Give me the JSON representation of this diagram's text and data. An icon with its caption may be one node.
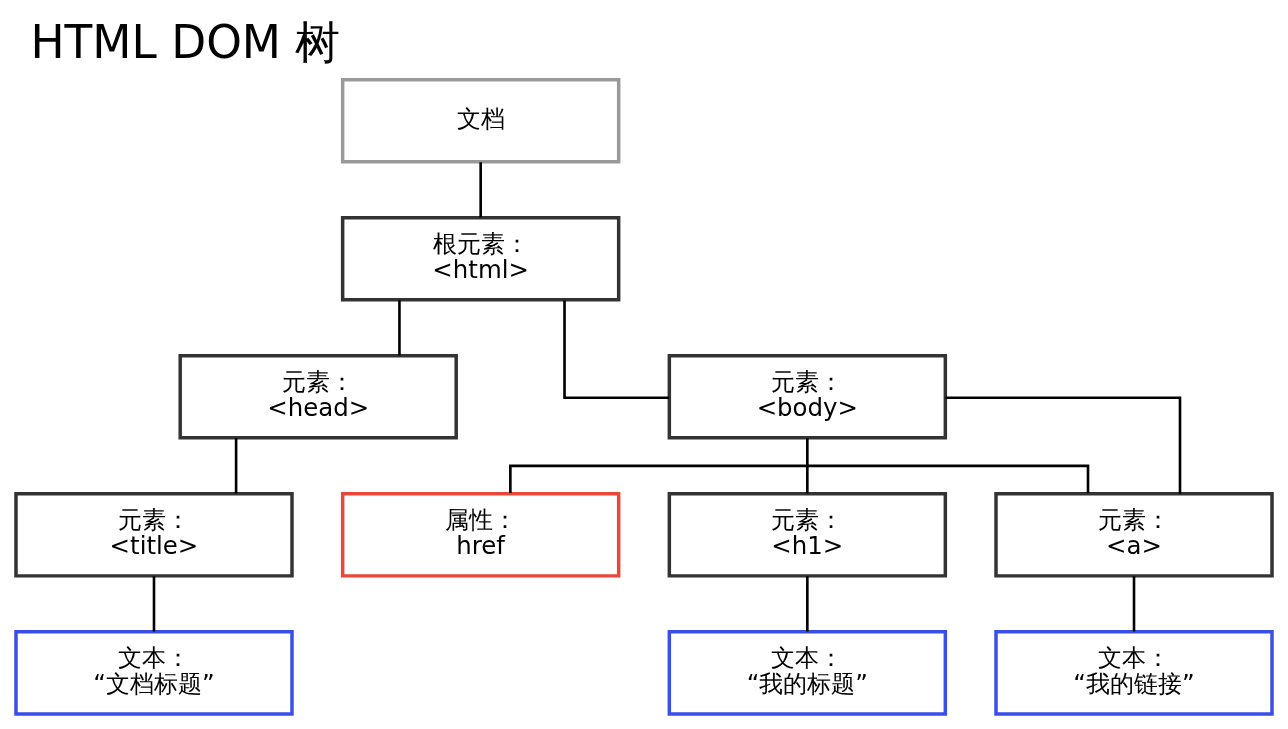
{
  "diagram": {
    "title": "HTML DOM 树",
    "nodes": [
      {
        "text": [
          "文档"
        ]
      },
      {
        "text": [
          "根元素：",
          "<html>"
        ]
      },
      {
        "text": [
          "元素：",
          "<head>"
        ]
      },
      {
        "text": [
          "元素：",
          "<body>"
        ]
      },
      {
        "text": [
          "元素：",
          "<title>"
        ]
      },
      {
        "text": [
          "属性：",
          "href"
        ]
      },
      {
        "text": [
          "元素：",
          "<a>"
        ]
      },
      {
        "text": [
          "元素：",
          "<h1>"
        ]
      },
      {
        "text": [
          "文本：",
          "“文档标题”"
        ]
      },
      {
        "text": [
          "文本：",
          "“我的链接”"
        ]
      },
      {
        "text": [
          "文本：",
          "“我的标题”"
        ]
      }
    ],
    "edges": [
      {
        "from": 0,
        "to": 1,
        "arrow": "none"
      },
      {
        "from": 1,
        "to": 2,
        "arrow": "none"
      },
      {
        "from": 1,
        "to": 3,
        "arrow": "none"
      },
      {
        "from": 2,
        "to": 4,
        "arrow": "none"
      },
      {
        "from": 3,
        "to": 6,
        "arrow": "none"
      },
      {
        "from": 3,
        "to": 7,
        "arrow": "none"
      },
      {
        "from": 5,
        "to": 6,
        "arrow": "none"
      },
      {
        "from": 4,
        "to": 8,
        "arrow": "none"
      },
      {
        "from": 6,
        "to": 9,
        "arrow": "none"
      },
      {
        "from": 7,
        "to": 10,
        "arrow": "none"
      }
    ]
  }
}
